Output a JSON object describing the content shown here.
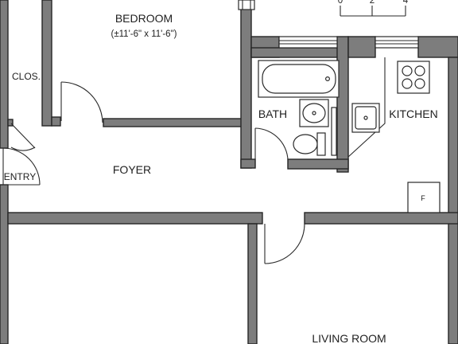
{
  "floor_plan": {
    "rooms": {
      "bedroom": "BEDROOM",
      "bedroom_size": "(±11'-6\" x 11'-6\")",
      "closet": "CLOS.",
      "bath": "BATH",
      "kitchen": "KITCHEN",
      "foyer": "FOYER",
      "entry": "ENTRY",
      "living_room": "LIVING ROOM"
    },
    "appliance_label": "F",
    "scale_bar": {
      "ticks": [
        "0",
        "2",
        "4"
      ]
    }
  }
}
